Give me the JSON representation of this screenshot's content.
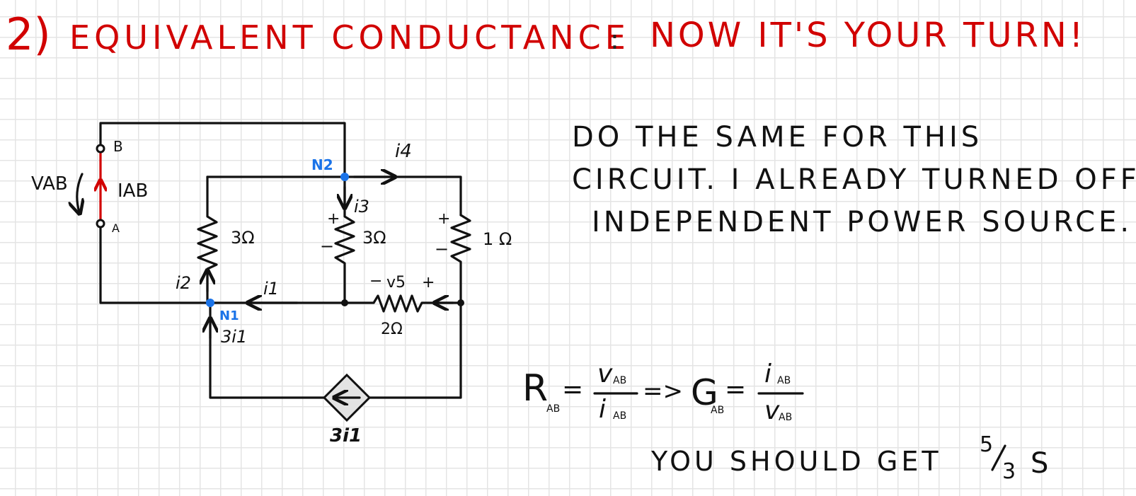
{
  "title": {
    "number": "2)",
    "main": "EQUIVALENT CONDUCTANCE",
    "colon": ":",
    "turn": "NOW IT'S YOUR TURN!"
  },
  "instructions": [
    "DO THE SAME FOR THIS",
    "CIRCUIT. I ALREADY TURNED OFF",
    "INDEPENDENT POWER SOURCE."
  ],
  "circuit": {
    "terminal_b": "B",
    "terminal_a": "A",
    "voltage_label": "VAB",
    "current_label": "IAB",
    "node_n1": "N1",
    "node_n2": "N2",
    "r_left": "3Ω",
    "r_mid": "3Ω",
    "r_right": "1 Ω",
    "r_bottom": "2Ω",
    "i1": "i1",
    "i2": "i2",
    "i3": "i3",
    "i4": "i4",
    "v5": "v5",
    "dep_current_arrow": "3i1",
    "dep_source_value": "3i1",
    "plus": "+",
    "minus": "−"
  },
  "formula": {
    "r": "R",
    "r_sub": "AB",
    "eq": "=",
    "v_num": "v",
    "v_num_sub": "AB",
    "i_den": "i",
    "i_den_sub": "AB",
    "implies": "=>",
    "g": "G",
    "g_sub": "AB",
    "i_num": "i",
    "i_num_sub": "AB",
    "v_den": "v",
    "v_den_sub": "AB"
  },
  "answer": {
    "text": "YOU SHOULD GET",
    "num": "5",
    "den": "3",
    "unit": "S"
  }
}
